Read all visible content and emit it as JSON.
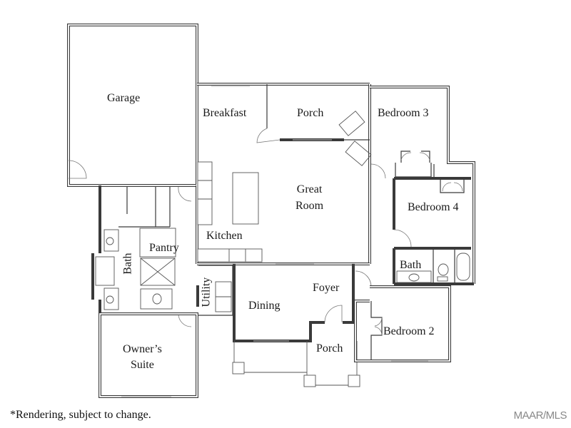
{
  "floor_plan": {
    "rooms": [
      {
        "id": "garage",
        "label": "Garage"
      },
      {
        "id": "breakfast",
        "label": "Breakfast"
      },
      {
        "id": "porch_rear",
        "label": "Porch"
      },
      {
        "id": "bedroom3",
        "label": "Bedroom 3"
      },
      {
        "id": "great_room",
        "label_line1": "Great",
        "label_line2": "Room"
      },
      {
        "id": "bedroom4",
        "label": "Bedroom 4"
      },
      {
        "id": "kitchen",
        "label": "Kitchen"
      },
      {
        "id": "pantry",
        "label": "Pantry"
      },
      {
        "id": "owner_bath",
        "label": "Bath"
      },
      {
        "id": "hall_bath",
        "label": "Bath"
      },
      {
        "id": "utility",
        "label": "Utility"
      },
      {
        "id": "foyer",
        "label": "Foyer"
      },
      {
        "id": "dining",
        "label": "Dining"
      },
      {
        "id": "bedroom2",
        "label": "Bedroom 2"
      },
      {
        "id": "porch_front",
        "label": "Porch"
      },
      {
        "id": "owners_suite",
        "label_line1": "Owner’s",
        "label_line2": "Suite"
      }
    ]
  },
  "footer": {
    "disclaimer": "*Rendering, subject to change.",
    "watermark": "MAAR/MLS"
  },
  "colors": {
    "wall": "#3a3a3a",
    "background": "#ffffff",
    "window": "#bdbdbd"
  }
}
